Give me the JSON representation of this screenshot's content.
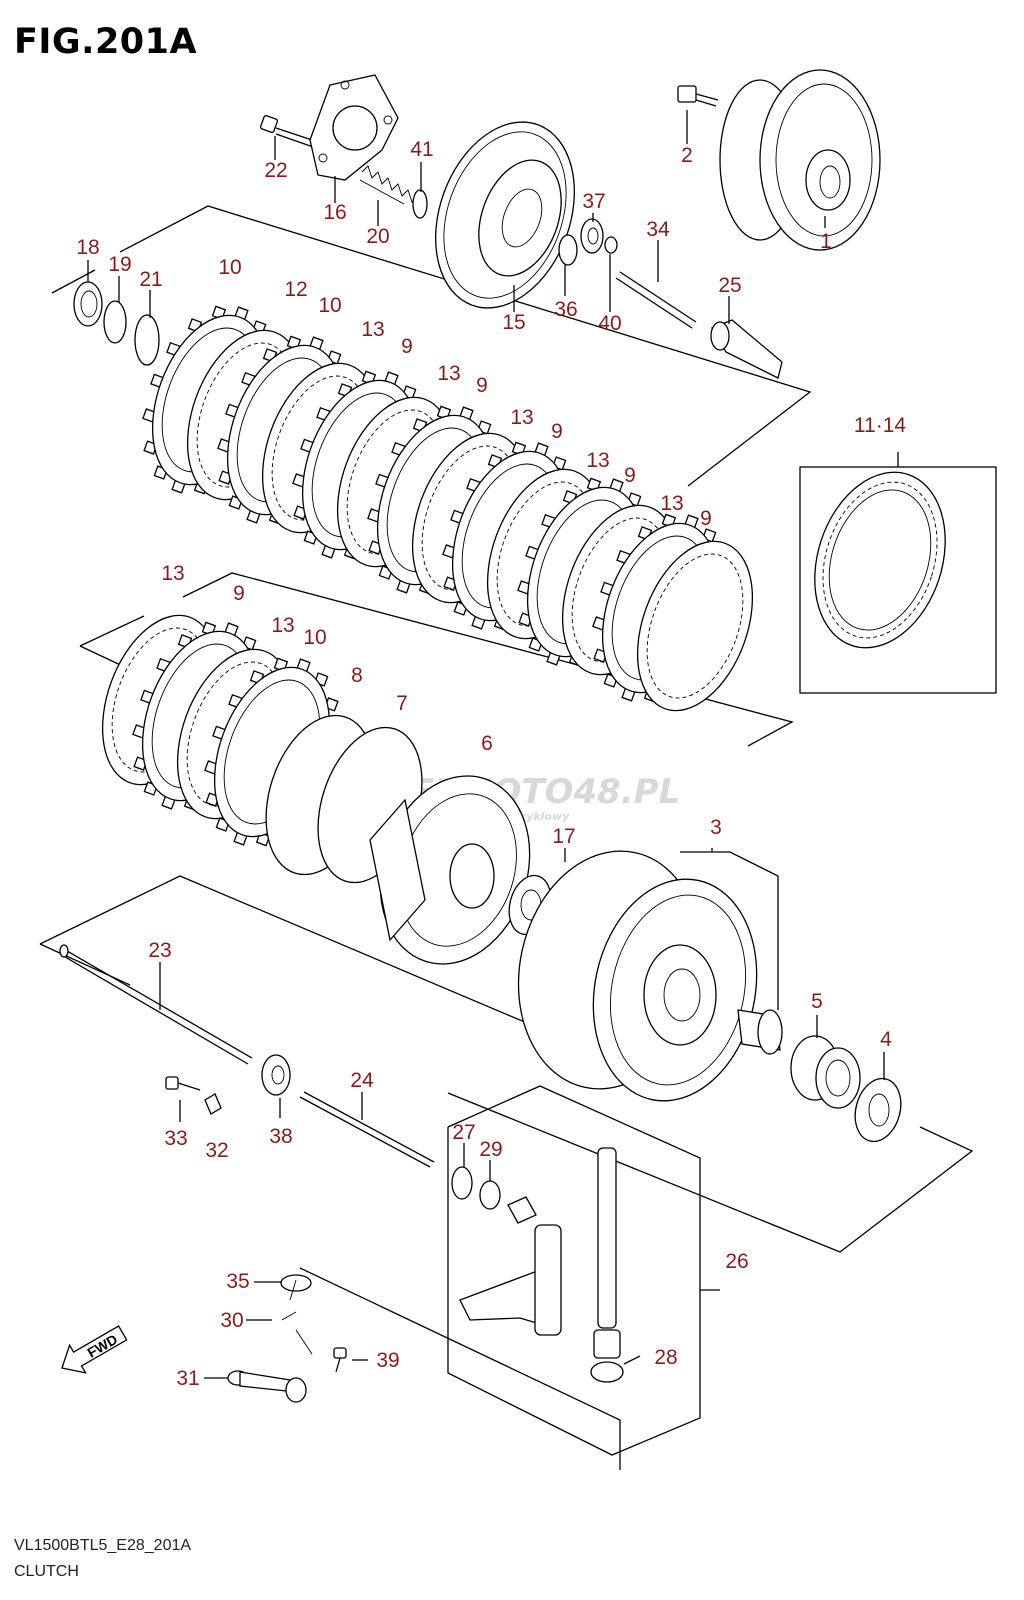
{
  "figure": {
    "title": "FIG.201A",
    "model_code": "VL1500BTL5_E28_201A",
    "section_name": "CLUTCH"
  },
  "watermark": {
    "main": "SKLEPMOTO48.PL",
    "sub": "internetowy sklep motocyklowy"
  },
  "fwd_label": "FWD",
  "callouts": [
    {
      "id": "c1",
      "text": "1"
    },
    {
      "id": "c2",
      "text": "2"
    },
    {
      "id": "c3",
      "text": "3"
    },
    {
      "id": "c4",
      "text": "4"
    },
    {
      "id": "c5",
      "text": "5"
    },
    {
      "id": "c6",
      "text": "6"
    },
    {
      "id": "c7",
      "text": "7"
    },
    {
      "id": "c8",
      "text": "8"
    },
    {
      "id": "c9a",
      "text": "9"
    },
    {
      "id": "c9b",
      "text": "9"
    },
    {
      "id": "c9c",
      "text": "9"
    },
    {
      "id": "c9d",
      "text": "9"
    },
    {
      "id": "c9e",
      "text": "9"
    },
    {
      "id": "c9f",
      "text": "9"
    },
    {
      "id": "c10a",
      "text": "10"
    },
    {
      "id": "c10b",
      "text": "10"
    },
    {
      "id": "c10c",
      "text": "10"
    },
    {
      "id": "c11",
      "text": "11·14"
    },
    {
      "id": "c12",
      "text": "12"
    },
    {
      "id": "c13a",
      "text": "13"
    },
    {
      "id": "c13b",
      "text": "13"
    },
    {
      "id": "c13c",
      "text": "13"
    },
    {
      "id": "c13d",
      "text": "13"
    },
    {
      "id": "c13e",
      "text": "13"
    },
    {
      "id": "c13f",
      "text": "13"
    },
    {
      "id": "c13g",
      "text": "13"
    },
    {
      "id": "c15",
      "text": "15"
    },
    {
      "id": "c16",
      "text": "16"
    },
    {
      "id": "c17",
      "text": "17"
    },
    {
      "id": "c18",
      "text": "18"
    },
    {
      "id": "c19",
      "text": "19"
    },
    {
      "id": "c20",
      "text": "20"
    },
    {
      "id": "c21",
      "text": "21"
    },
    {
      "id": "c22",
      "text": "22"
    },
    {
      "id": "c23",
      "text": "23"
    },
    {
      "id": "c24",
      "text": "24"
    },
    {
      "id": "c25",
      "text": "25"
    },
    {
      "id": "c26",
      "text": "26"
    },
    {
      "id": "c27",
      "text": "27"
    },
    {
      "id": "c28",
      "text": "28"
    },
    {
      "id": "c29",
      "text": "29"
    },
    {
      "id": "c30",
      "text": "30"
    },
    {
      "id": "c31",
      "text": "31"
    },
    {
      "id": "c32",
      "text": "32"
    },
    {
      "id": "c33",
      "text": "33"
    },
    {
      "id": "c34",
      "text": "34"
    },
    {
      "id": "c35",
      "text": "35"
    },
    {
      "id": "c36",
      "text": "36"
    },
    {
      "id": "c37",
      "text": "37"
    },
    {
      "id": "c38",
      "text": "38"
    },
    {
      "id": "c39",
      "text": "39"
    },
    {
      "id": "c40",
      "text": "40"
    },
    {
      "id": "c41",
      "text": "41"
    }
  ]
}
